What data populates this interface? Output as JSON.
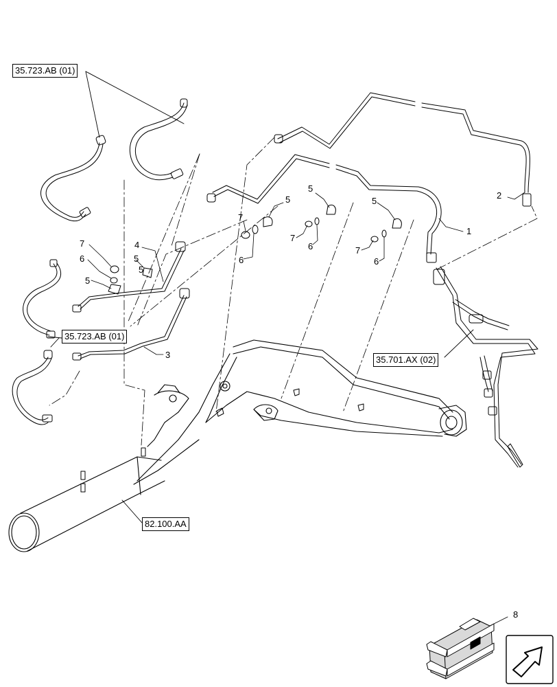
{
  "references": [
    {
      "id": "ref-top-left",
      "label": "35.723.AB (01)"
    },
    {
      "id": "ref-mid-left",
      "label": "35.723.AB (01)"
    },
    {
      "id": "ref-right",
      "label": "35.701.AX (02)"
    },
    {
      "id": "ref-bottom",
      "label": "82.100.AA"
    }
  ],
  "callouts": {
    "c1": "1",
    "c2": "2",
    "c3": "3",
    "c4": "4",
    "c5a": "5",
    "c5b": "5",
    "c5c": "5",
    "c5d": "5",
    "c5e": "5",
    "c5f": "5",
    "c6a": "6",
    "c6b": "6",
    "c6c": "6",
    "c6d": "6",
    "c7a": "7",
    "c7b": "7",
    "c7c": "7",
    "c7d": "7",
    "c8": "8"
  },
  "icons": {
    "nav_arrow": "navigation-arrow-icon",
    "kit_box": "parts-kit-crate-icon"
  },
  "colors": {
    "line": "#000000",
    "background": "#ffffff",
    "ref_border": "#000000"
  }
}
